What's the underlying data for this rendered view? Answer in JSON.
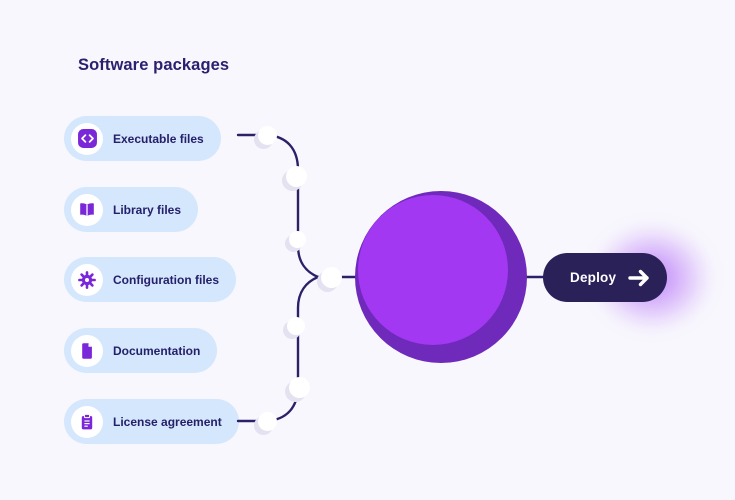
{
  "title": "Software packages",
  "packages": [
    {
      "label": "Executable files",
      "icon": "code-icon"
    },
    {
      "label": "Library files",
      "icon": "open-book-icon"
    },
    {
      "label": "Configuration files",
      "icon": "gear-icon"
    },
    {
      "label": "Documentation",
      "icon": "document-icon"
    },
    {
      "label": "License agreement",
      "icon": "clipboard-icon"
    }
  ],
  "deploy": {
    "label": "Deploy",
    "icon": "arrow-right-icon"
  },
  "colors": {
    "background": "#f8f7fd",
    "pill_background": "#d5e7fc",
    "icon_accent": "#7a26d9",
    "text_primary": "#2a2070",
    "connector": "#2b2169",
    "sphere_light": "#a238f2",
    "sphere_shadow": "#6f29bb",
    "deploy_button": "#2a2158",
    "glow": "#a855f7"
  }
}
